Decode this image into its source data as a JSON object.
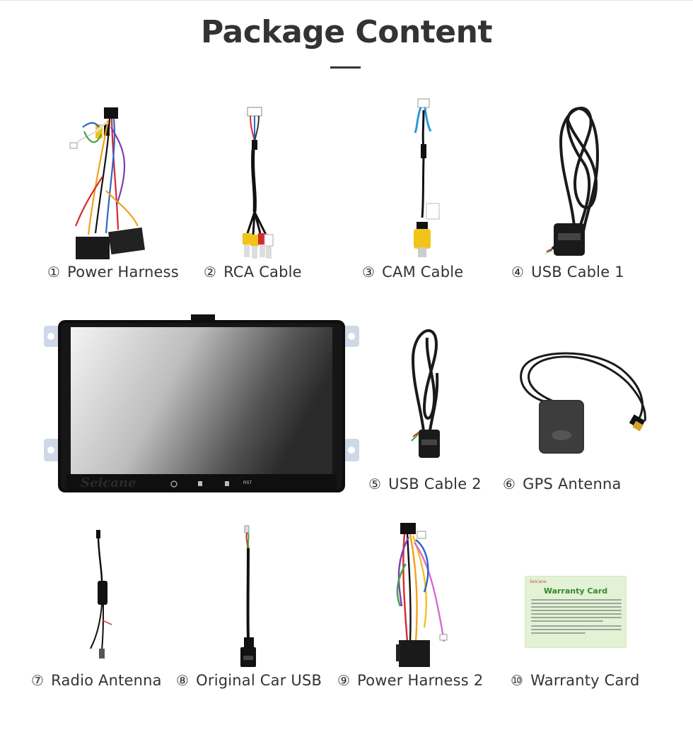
{
  "page": {
    "title": "Package Content"
  },
  "items": [
    {
      "num": "①",
      "name": "Power Harness",
      "icon": "power-harness-icon"
    },
    {
      "num": "②",
      "name": "RCA Cable",
      "icon": "rca-cable-icon"
    },
    {
      "num": "③",
      "name": "CAM Cable",
      "icon": "cam-cable-icon"
    },
    {
      "num": "④",
      "name": "USB Cable 1",
      "icon": "usb-cable-icon"
    },
    {
      "num": "⑤",
      "name": "USB Cable 2",
      "icon": "usb-cable-icon"
    },
    {
      "num": "⑥",
      "name": "GPS Antenna",
      "icon": "gps-antenna-icon"
    },
    {
      "num": "⑦",
      "name": "Radio Antenna",
      "icon": "radio-antenna-icon"
    },
    {
      "num": "⑧",
      "name": "Original Car USB",
      "icon": "car-usb-icon"
    },
    {
      "num": "⑨",
      "name": "Power Harness 2",
      "icon": "power-harness-icon"
    },
    {
      "num": "⑩",
      "name": "Warranty Card",
      "icon": "warranty-card-icon"
    }
  ],
  "head_unit": {
    "brand_watermark": "Seicane",
    "button_text": "RST"
  },
  "warranty_card": {
    "brand": "Seicane",
    "title": "Warranty Card"
  },
  "colors": {
    "title": "#333333",
    "cable": "#1a1a1a",
    "rca_yellow": "#f2c318",
    "rca_red": "#d7282f",
    "card_green": "#2f8a2f",
    "card_bg": "#e3f1d5"
  }
}
